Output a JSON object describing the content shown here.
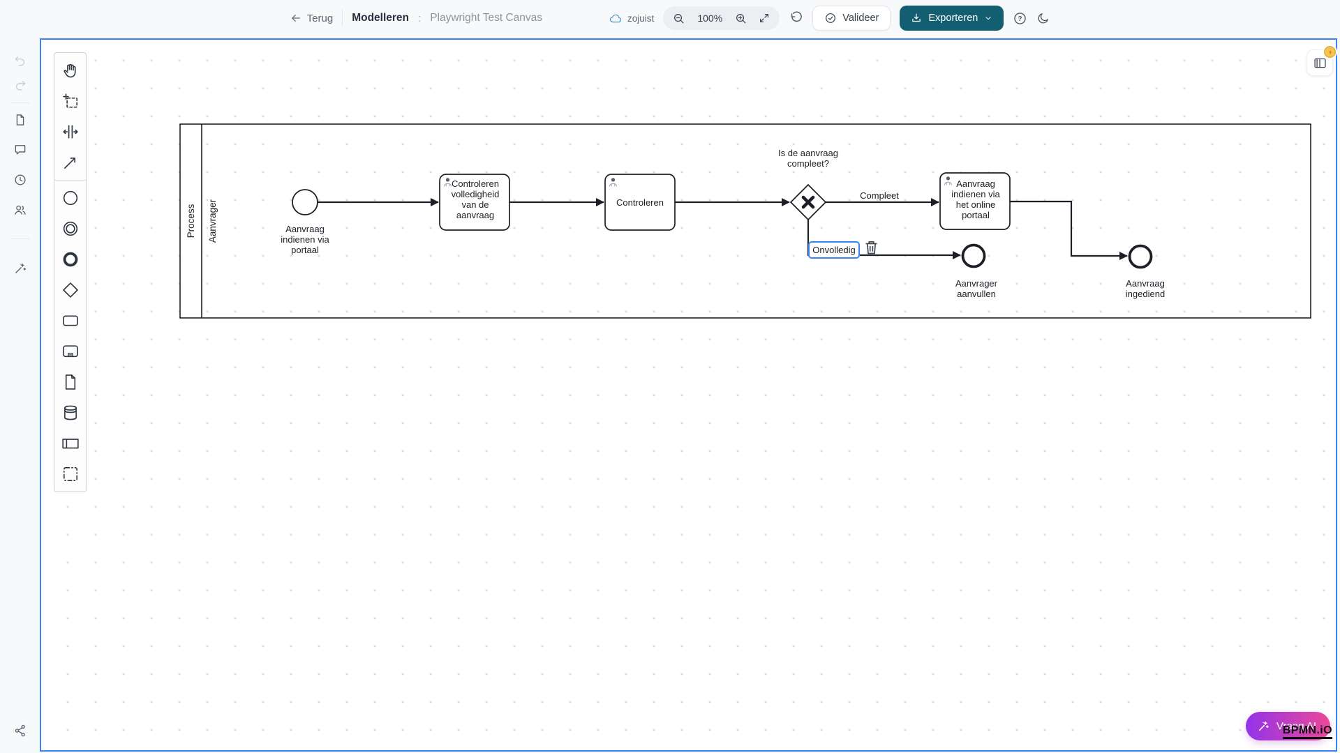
{
  "toolbar": {
    "back_label": "Terug",
    "title": "Modelleren",
    "separator": ":",
    "subtitle": "Playwright Test Canvas",
    "save_status": "zojuist",
    "zoom_level": "100%",
    "validate_label": "Valideer",
    "export_label": "Exporteren"
  },
  "icons": {
    "help_glyph": "?",
    "back": "arrow-left",
    "save_status": "cloud",
    "zoom_out": "magnifier-minus",
    "zoom_in": "magnifier-plus",
    "fit": "expand-diagonal-arrows",
    "reset": "rotate-counterclockwise",
    "validate": "check-circle",
    "export": "download",
    "export_caret": "chevron-down",
    "theme": "moon",
    "badge": "lightning-coin"
  },
  "colors": {
    "accent_teal": "#135e70",
    "canvas_border": "#3b82f6",
    "selection_blue": "#3b82f6",
    "ai_gradient_from": "#9333ea",
    "ai_gradient_to": "#ec4899",
    "badge_yellow": "#f6c54e",
    "cloud_blue": "#4596c8",
    "bpmn_stroke": "#1d1f27"
  },
  "palette": {
    "tools": [
      "hand-tool",
      "lasso-tool",
      "space-tool",
      "global-connect-tool"
    ],
    "elements": [
      "start-event",
      "intermediate-event",
      "end-event",
      "gateway",
      "task",
      "subprocess",
      "data-object",
      "data-store",
      "participant",
      "group"
    ]
  },
  "diagram": {
    "pool_label": "Process",
    "lane_label": "Aanvrager",
    "start_event": {
      "lines": [
        "Aanvraag",
        "indienen via",
        "portaal"
      ]
    },
    "tasks": [
      {
        "lines": [
          "Controleren",
          "volledigheid",
          "van de",
          "aanvraag"
        ]
      },
      {
        "lines": [
          "Controleren"
        ]
      },
      {
        "lines": [
          "Aanvraag",
          "indienen via",
          "het online",
          "portaal"
        ]
      }
    ],
    "gateway": {
      "lines": [
        "Is de aanvraag",
        "compleet?"
      ]
    },
    "flows": {
      "compleet_label": "Compleet",
      "onvolledig_label": "Onvolledig"
    },
    "end_events": [
      {
        "lines": [
          "Aanvrager",
          "aanvullen"
        ]
      },
      {
        "lines": [
          "Aanvraag",
          "ingediend"
        ]
      }
    ]
  },
  "footer": {
    "ask_ai_label": "Vraag AI",
    "watermark_label": "BPMN.iO"
  }
}
